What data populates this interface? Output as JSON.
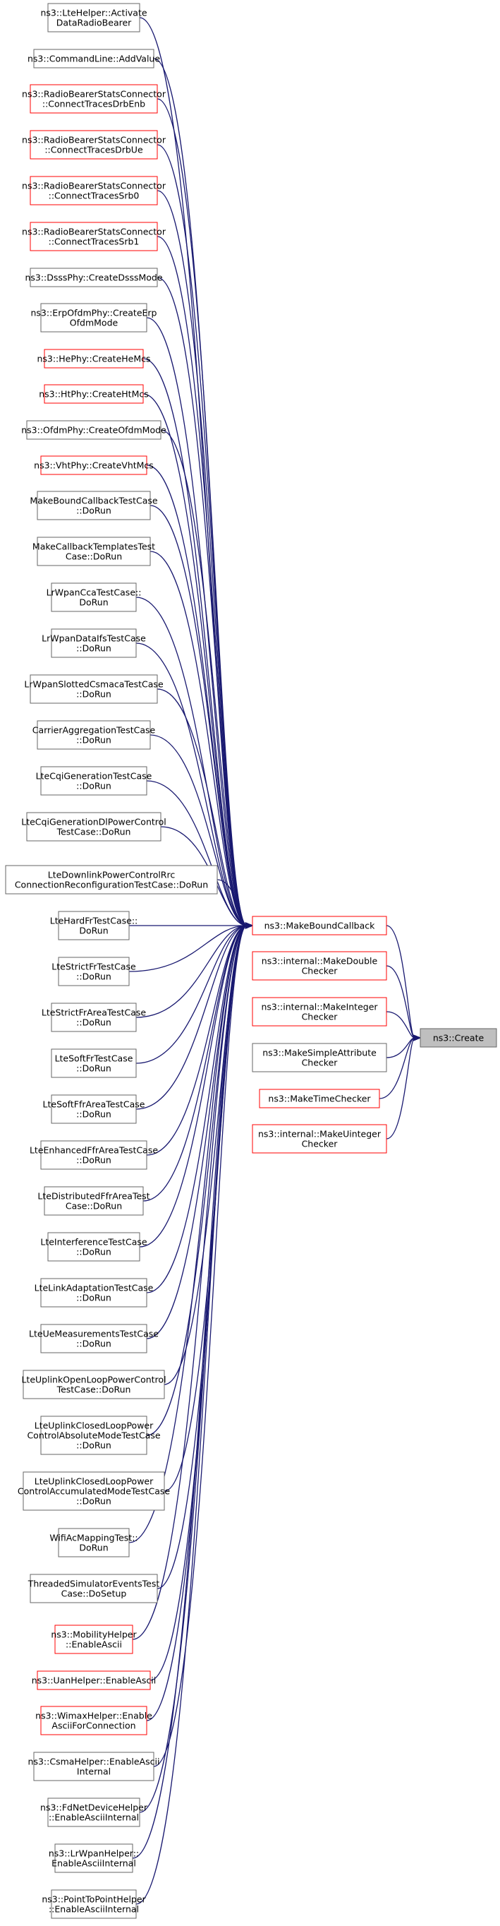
{
  "colors": {
    "edge": "#191970",
    "box_border_black": "#666666",
    "box_border_red": "#ff0000",
    "target_fill": "#bfbfbf"
  },
  "target": {
    "id": "create",
    "lines": [
      "ns3::Create"
    ]
  },
  "hub": {
    "id": "mbc",
    "lines": [
      "ns3::MakeBoundCallback"
    ],
    "border": "red"
  },
  "direct_callers": [
    {
      "id": "mdc",
      "lines": [
        "ns3::internal::MakeDouble",
        "Checker"
      ],
      "border": "red"
    },
    {
      "id": "mic",
      "lines": [
        "ns3::internal::MakeInteger",
        "Checker"
      ],
      "border": "red"
    },
    {
      "id": "msac",
      "lines": [
        "ns3::MakeSimpleAttribute",
        "Checker"
      ],
      "border": "black"
    },
    {
      "id": "mtc",
      "lines": [
        "ns3::MakeTimeChecker"
      ],
      "border": "red"
    },
    {
      "id": "muc",
      "lines": [
        "ns3::internal::MakeUinteger",
        "Checker"
      ],
      "border": "red"
    }
  ],
  "callers": [
    {
      "lines": [
        "ns3::LteHelper::Activate",
        "DataRadioBearer"
      ],
      "border": "black"
    },
    {
      "lines": [
        "ns3::CommandLine::AddValue"
      ],
      "border": "black"
    },
    {
      "lines": [
        "ns3::RadioBearerStatsConnector",
        "::ConnectTracesDrbEnb"
      ],
      "border": "red"
    },
    {
      "lines": [
        "ns3::RadioBearerStatsConnector",
        "::ConnectTracesDrbUe"
      ],
      "border": "red"
    },
    {
      "lines": [
        "ns3::RadioBearerStatsConnector",
        "::ConnectTracesSrb0"
      ],
      "border": "red"
    },
    {
      "lines": [
        "ns3::RadioBearerStatsConnector",
        "::ConnectTracesSrb1"
      ],
      "border": "red"
    },
    {
      "lines": [
        "ns3::DsssPhy::CreateDsssMode"
      ],
      "border": "black"
    },
    {
      "lines": [
        "ns3::ErpOfdmPhy::CreateErp",
        "OfdmMode"
      ],
      "border": "black"
    },
    {
      "lines": [
        "ns3::HePhy::CreateHeMcs"
      ],
      "border": "red"
    },
    {
      "lines": [
        "ns3::HtPhy::CreateHtMcs"
      ],
      "border": "red"
    },
    {
      "lines": [
        "ns3::OfdmPhy::CreateOfdmMode"
      ],
      "border": "black"
    },
    {
      "lines": [
        "ns3::VhtPhy::CreateVhtMcs"
      ],
      "border": "red"
    },
    {
      "lines": [
        "MakeBoundCallbackTestCase",
        "::DoRun"
      ],
      "border": "black"
    },
    {
      "lines": [
        "MakeCallbackTemplatesTest",
        "Case::DoRun"
      ],
      "border": "black"
    },
    {
      "lines": [
        "LrWpanCcaTestCase::",
        "DoRun"
      ],
      "border": "black"
    },
    {
      "lines": [
        "LrWpanDataIfsTestCase",
        "::DoRun"
      ],
      "border": "black"
    },
    {
      "lines": [
        "LrWpanSlottedCsmacaTestCase",
        "::DoRun"
      ],
      "border": "black"
    },
    {
      "lines": [
        "CarrierAggregationTestCase",
        "::DoRun"
      ],
      "border": "black"
    },
    {
      "lines": [
        "LteCqiGenerationTestCase",
        "::DoRun"
      ],
      "border": "black"
    },
    {
      "lines": [
        "LteCqiGenerationDlPowerControl",
        "TestCase::DoRun"
      ],
      "border": "black"
    },
    {
      "lines": [
        "LteDownlinkPowerControlRrc",
        "ConnectionReconfigurationTestCase::DoRun"
      ],
      "border": "black"
    },
    {
      "lines": [
        "LteHardFrTestCase::",
        "DoRun"
      ],
      "border": "black"
    },
    {
      "lines": [
        "LteStrictFrTestCase",
        "::DoRun"
      ],
      "border": "black"
    },
    {
      "lines": [
        "LteStrictFrAreaTestCase",
        "::DoRun"
      ],
      "border": "black"
    },
    {
      "lines": [
        "LteSoftFrTestCase",
        "::DoRun"
      ],
      "border": "black"
    },
    {
      "lines": [
        "LteSoftFfrAreaTestCase",
        "::DoRun"
      ],
      "border": "black"
    },
    {
      "lines": [
        "LteEnhancedFfrAreaTestCase",
        "::DoRun"
      ],
      "border": "black"
    },
    {
      "lines": [
        "LteDistributedFfrAreaTest",
        "Case::DoRun"
      ],
      "border": "black"
    },
    {
      "lines": [
        "LteInterferenceTestCase",
        "::DoRun"
      ],
      "border": "black"
    },
    {
      "lines": [
        "LteLinkAdaptationTestCase",
        "::DoRun"
      ],
      "border": "black"
    },
    {
      "lines": [
        "LteUeMeasurementsTestCase",
        "::DoRun"
      ],
      "border": "black"
    },
    {
      "lines": [
        "LteUplinkOpenLoopPowerControl",
        "TestCase::DoRun"
      ],
      "border": "black"
    },
    {
      "lines": [
        "LteUplinkClosedLoopPower",
        "ControlAbsoluteModeTestCase",
        "::DoRun"
      ],
      "border": "black"
    },
    {
      "lines": [
        "LteUplinkClosedLoopPower",
        "ControlAccumulatedModeTestCase",
        "::DoRun"
      ],
      "border": "black"
    },
    {
      "lines": [
        "WifiAcMappingTest::",
        "DoRun"
      ],
      "border": "black"
    },
    {
      "lines": [
        "ThreadedSimulatorEventsTest",
        "Case::DoSetup"
      ],
      "border": "black"
    },
    {
      "lines": [
        "ns3::MobilityHelper",
        "::EnableAscii"
      ],
      "border": "red"
    },
    {
      "lines": [
        "ns3::UanHelper::EnableAscii"
      ],
      "border": "red"
    },
    {
      "lines": [
        "ns3::WimaxHelper::Enable",
        "AsciiForConnection"
      ],
      "border": "red"
    },
    {
      "lines": [
        "ns3::CsmaHelper::EnableAscii",
        "Internal"
      ],
      "border": "black"
    },
    {
      "lines": [
        "ns3::FdNetDeviceHelper",
        "::EnableAsciiInternal"
      ],
      "border": "black"
    },
    {
      "lines": [
        "ns3::LrWpanHelper::",
        "EnableAsciiInternal"
      ],
      "border": "black"
    },
    {
      "lines": [
        "ns3::PointToPointHelper",
        "::EnableAsciiInternal"
      ],
      "border": "black"
    }
  ]
}
